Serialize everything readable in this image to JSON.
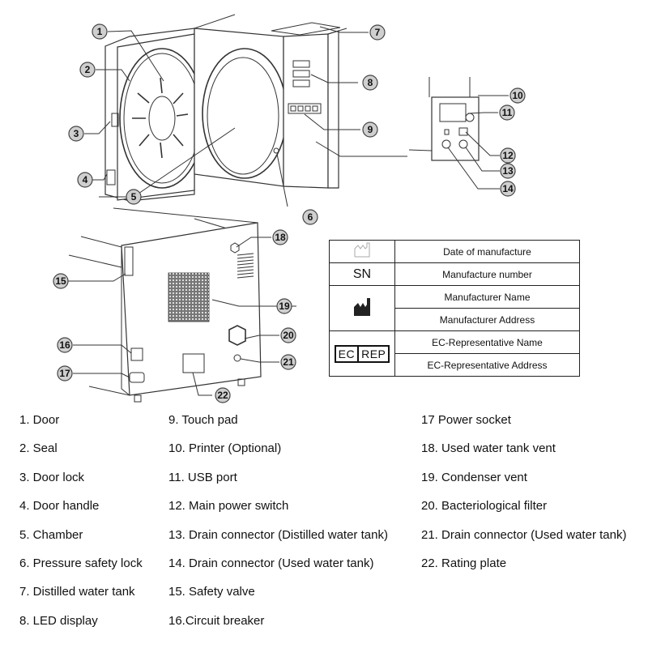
{
  "title": "Autoclave parts identification diagram",
  "callouts": [
    "1",
    "2",
    "3",
    "4",
    "5",
    "6",
    "7",
    "8",
    "9",
    "10",
    "11",
    "12",
    "13",
    "14",
    "15",
    "16",
    "17",
    "18",
    "19",
    "20",
    "21",
    "22"
  ],
  "symbol_table": {
    "rows": [
      {
        "symbol": "date-of-manufacture-icon",
        "symbol_text": "",
        "labels": [
          "Date of manufacture"
        ]
      },
      {
        "symbol": "serial-number-text",
        "symbol_text": "SN",
        "labels": [
          "Manufacture number"
        ]
      },
      {
        "symbol": "manufacturer-icon",
        "symbol_text": "",
        "labels": [
          "Manufacturer Name",
          "Manufacturer Address"
        ]
      },
      {
        "symbol": "ec-rep-icon",
        "symbol_text": [
          "EC",
          "REP"
        ],
        "labels": [
          "EC-Representative Name",
          "EC-Representative Address"
        ]
      }
    ]
  },
  "legend": {
    "col1": [
      "1. Door",
      "2. Seal",
      "3. Door lock",
      "4. Door handle",
      "5. Chamber",
      "6. Pressure safety lock",
      "7. Distilled water tank",
      "8. LED display"
    ],
    "col2": [
      "9. Touch pad",
      "10. Printer (Optional)",
      "11. USB port",
      "12. Main power switch",
      "13. Drain connector (Distilled water tank)",
      "14. Drain connector (Used water tank)",
      "15. Safety valve",
      "16.Circuit breaker"
    ],
    "col3": [
      "17 Power socket",
      "18. Used water tank vent",
      "19. Condenser vent",
      "20. Bacteriological filter",
      "21. Drain connector (Used water tank)",
      "22. Rating plate"
    ]
  }
}
